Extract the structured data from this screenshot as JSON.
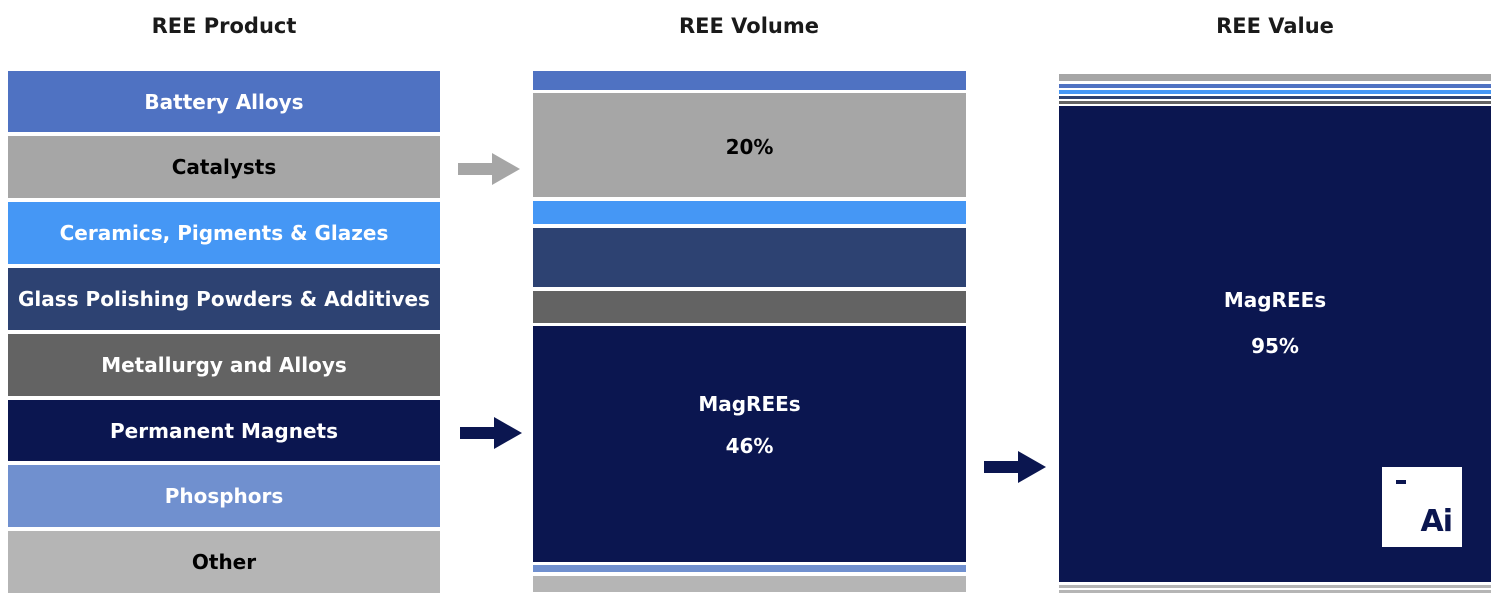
{
  "headers": {
    "product": "REE Product",
    "volume": "REE Volume",
    "value": "REE Value"
  },
  "products": [
    {
      "label": "Battery Alloys",
      "color": "#4f72c2",
      "text_color": "#ffffff"
    },
    {
      "label": "Catalysts",
      "color": "#a6a6a6",
      "text_color": "#000000"
    },
    {
      "label": "Ceramics, Pigments & Glazes",
      "color": "#4597f5",
      "text_color": "#ffffff"
    },
    {
      "label": "Glass Polishing Powders & Additives",
      "color": "#2d4272",
      "text_color": "#ffffff"
    },
    {
      "label": "Metallurgy and Alloys",
      "color": "#636363",
      "text_color": "#ffffff"
    },
    {
      "label": "Permanent Magnets",
      "color": "#0b1650",
      "text_color": "#ffffff"
    },
    {
      "label": "Phosphors",
      "color": "#7090cf",
      "text_color": "#ffffff"
    },
    {
      "label": "Other",
      "color": "#b5b5b5",
      "text_color": "#000000"
    }
  ],
  "volume": {
    "catalysts_pct": "20%",
    "magrees_label": "MagREEs",
    "magrees_pct": "46%"
  },
  "value": {
    "magrees_label": "MagREEs",
    "magrees_pct": "95%"
  },
  "logo": {
    "text": "Ai"
  }
}
